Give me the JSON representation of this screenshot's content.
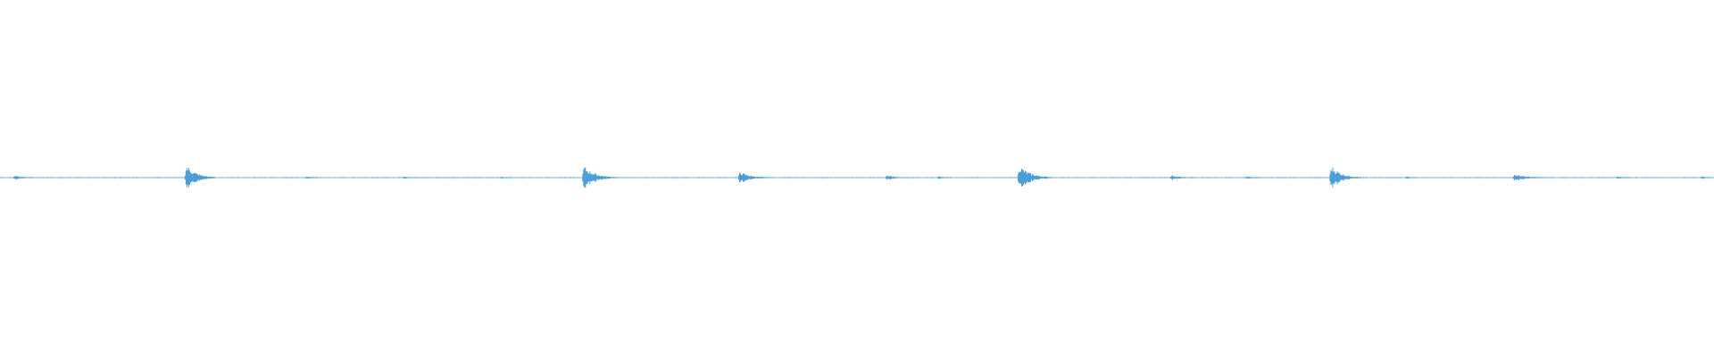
{
  "waveform": {
    "color": "#4a9fdb",
    "baseline_color": "#8fc3ea",
    "duration_fraction_markers": [],
    "bursts": [
      {
        "at": 0.008,
        "amplitude": 0.08,
        "length": 0.012
      },
      {
        "at": 0.108,
        "amplitude": 0.42,
        "length": 0.018
      },
      {
        "at": 0.178,
        "amplitude": 0.04,
        "length": 0.01
      },
      {
        "at": 0.235,
        "amplitude": 0.04,
        "length": 0.012
      },
      {
        "at": 0.292,
        "amplitude": 0.04,
        "length": 0.006
      },
      {
        "at": 0.34,
        "amplitude": 0.38,
        "length": 0.02
      },
      {
        "at": 0.431,
        "amplitude": 0.2,
        "length": 0.018
      },
      {
        "at": 0.517,
        "amplitude": 0.1,
        "length": 0.012
      },
      {
        "at": 0.547,
        "amplitude": 0.05,
        "length": 0.008
      },
      {
        "at": 0.594,
        "amplitude": 0.4,
        "length": 0.02
      },
      {
        "at": 0.683,
        "amplitude": 0.09,
        "length": 0.014
      },
      {
        "at": 0.727,
        "amplitude": 0.05,
        "length": 0.01
      },
      {
        "at": 0.776,
        "amplitude": 0.4,
        "length": 0.018
      },
      {
        "at": 0.82,
        "amplitude": 0.04,
        "length": 0.008
      },
      {
        "at": 0.883,
        "amplitude": 0.14,
        "length": 0.018
      },
      {
        "at": 0.943,
        "amplitude": 0.04,
        "length": 0.012
      },
      {
        "at": 0.992,
        "amplitude": 0.05,
        "length": 0.008
      }
    ]
  }
}
